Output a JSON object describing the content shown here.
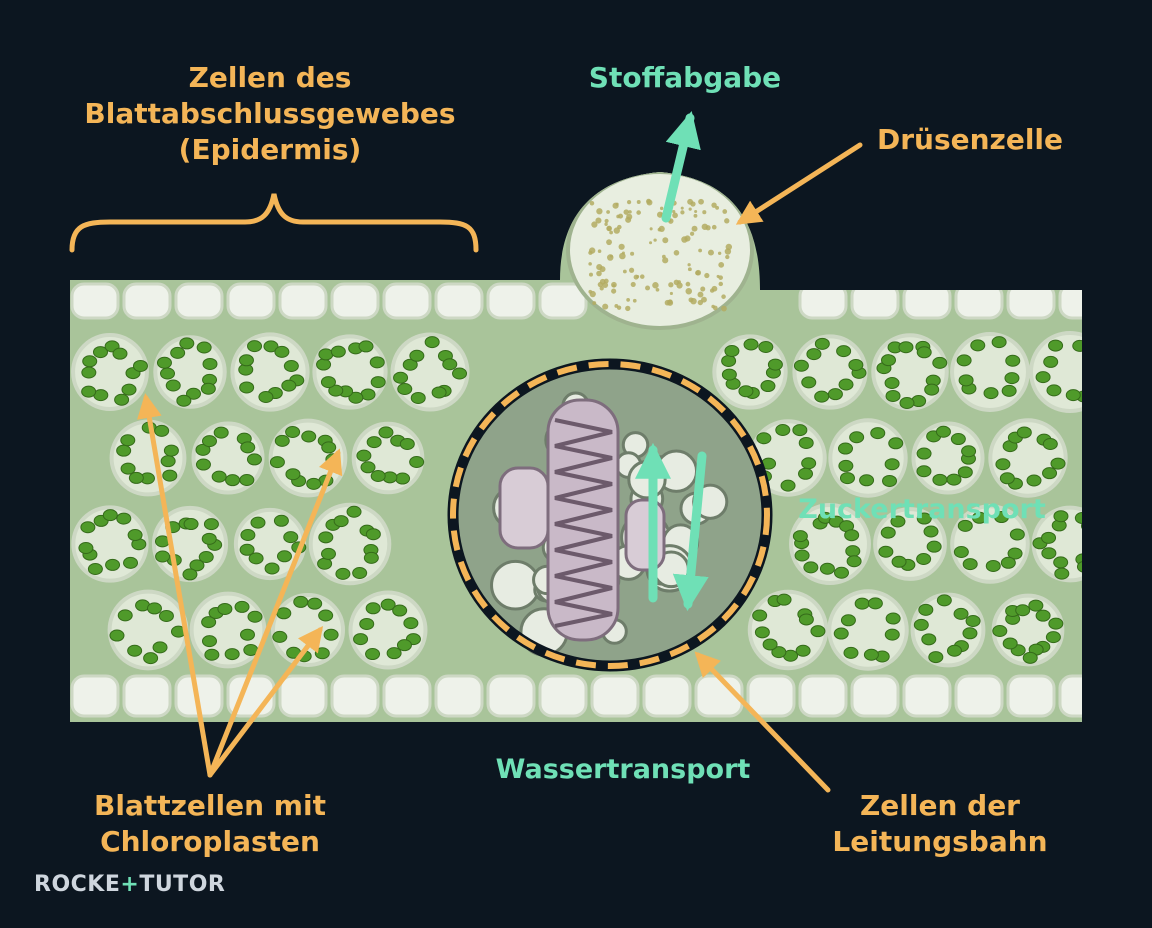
{
  "labels": {
    "epidermis": [
      "Zellen des",
      "Blattabschlussgewebes",
      "(Epidermis)"
    ],
    "secretion": "Stoffabgabe",
    "gland_cell": "Drüsenzelle",
    "sugar_transport": "Zuckertransport",
    "water_transport": "Wassertransport",
    "leaf_cells": [
      "Blattzellen mit",
      "Chloroplasten"
    ],
    "vascular_cells": [
      "Zellen der",
      "Leitungsbahn"
    ]
  },
  "logo": {
    "part1": "ROCKE",
    "plus": "+",
    "part2": "TUTOR"
  },
  "colors": {
    "background": "#0c1620",
    "label_orange": "#f4b557",
    "label_teal": "#6fe0b6",
    "chloroplast": "#4f9a2a",
    "cell_wall": "#cdd8c4",
    "tissue": "#a9c49a"
  }
}
